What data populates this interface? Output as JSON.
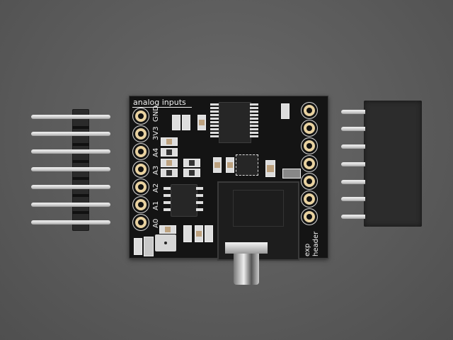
{
  "scene": {
    "description": "Product photo of a small black audio breakout PCB with two loose pin headers on a grey background",
    "background_color": "#5b5b5b"
  },
  "board": {
    "color": "#141414",
    "silkscreen_title": "analog inputs",
    "left_pin_labels": [
      "GND",
      "3V3",
      "A4",
      "A3",
      "A2",
      "A1",
      "A0"
    ],
    "right_header_label": [
      "exp",
      "header"
    ],
    "left_pads": 7,
    "right_pads": 7
  },
  "parts": {
    "male_header_pins": 7,
    "female_header_pins": 7
  }
}
